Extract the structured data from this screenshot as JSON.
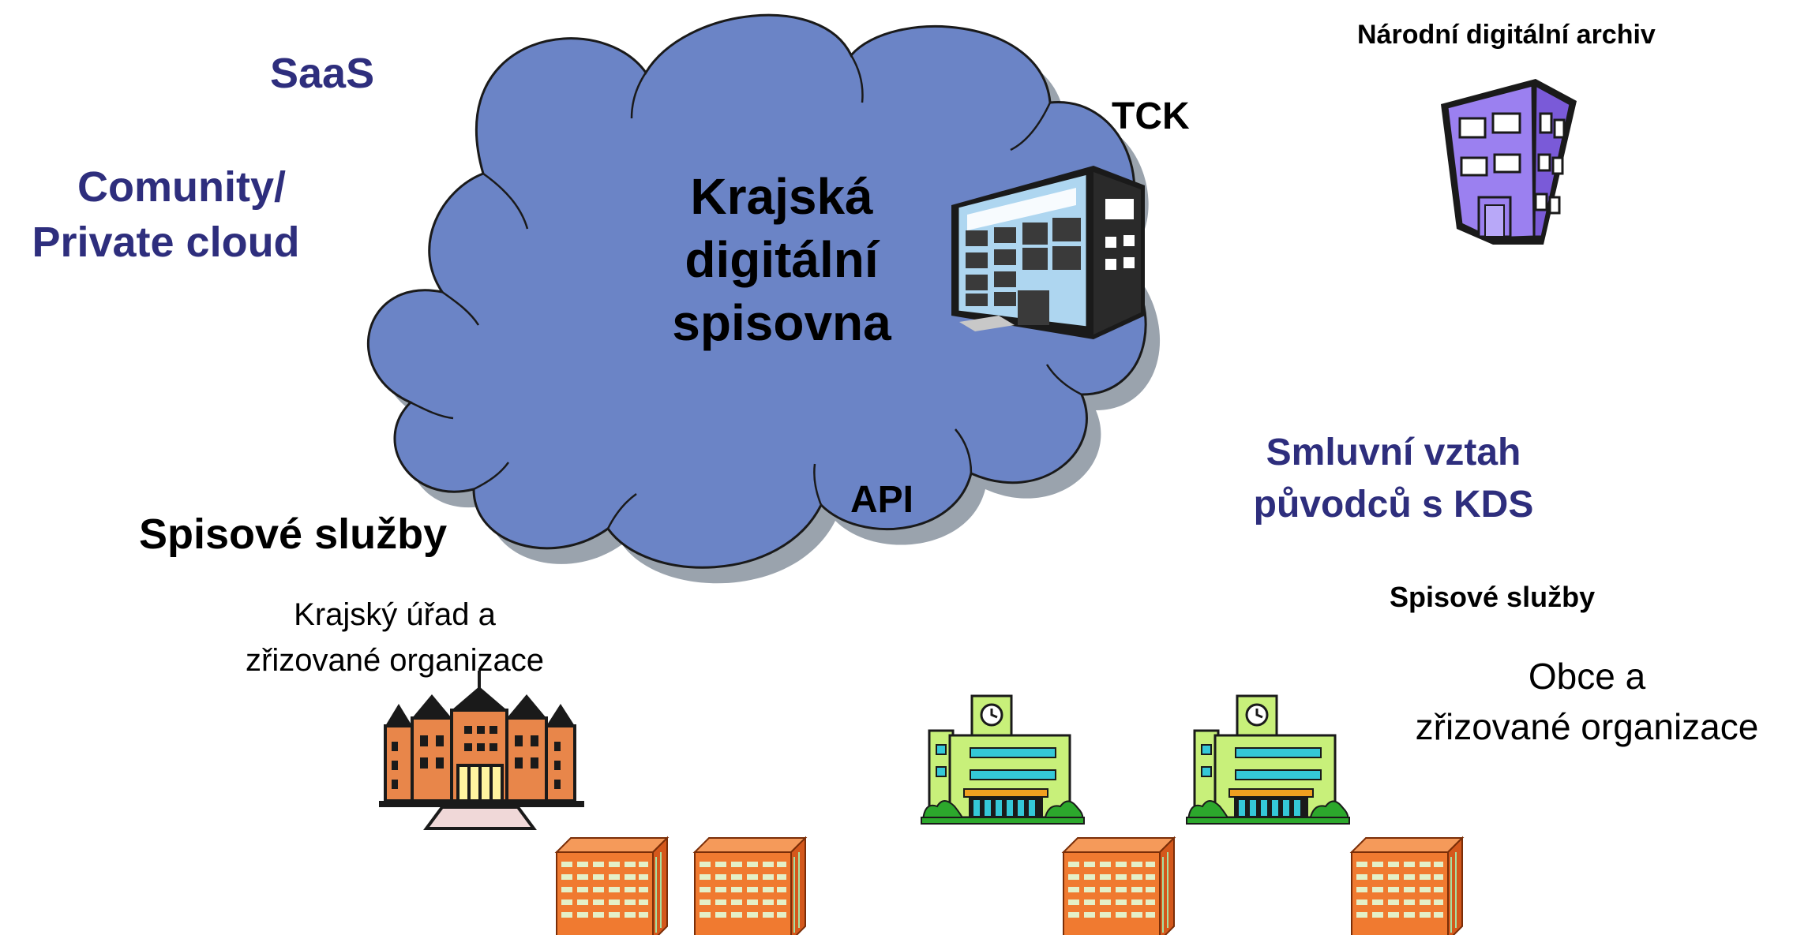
{
  "labels": {
    "saas": "SaaS",
    "comunity_line1": "Comunity/",
    "comunity_line2": "Private cloud",
    "cloud_title_line1": "Krajská",
    "cloud_title_line2": "digitální",
    "cloud_title_line3": "spisovna",
    "tck": "TCK",
    "api": "API",
    "narodni_archiv": "Národní digitální archiv",
    "smluvni_line1": "Smluvní vztah",
    "smluvni_line2": "původců s KDS",
    "spisove_sluzby_left": "Spisové služby",
    "krajsky_urad_line1": "Krajský úřad a",
    "krajsky_urad_line2": "zřizované organizace",
    "spisove_sluzby_right": "Spisové služby",
    "obce_line1": "Obce a",
    "obce_line2": "zřizované organizace"
  },
  "icons": {
    "cloud": "cloud-icon",
    "datacenter": "datacenter-building-icon",
    "archive": "archive-building-icon",
    "regional_office": "regional-office-building-icon",
    "town_hall": "town-hall-icon",
    "apartment": "apartment-building-icon"
  },
  "colors": {
    "cloud_fill": "#6b84c6",
    "cloud_shadow": "#9aa3ad",
    "navy_text": "#2e2e7d",
    "archive_purple": "#9b80f0",
    "brick_orange": "#f07a30",
    "office_orange": "#e8864a",
    "townhall_green": "#c8f07a",
    "townhall_cyan": "#34c8d8"
  }
}
